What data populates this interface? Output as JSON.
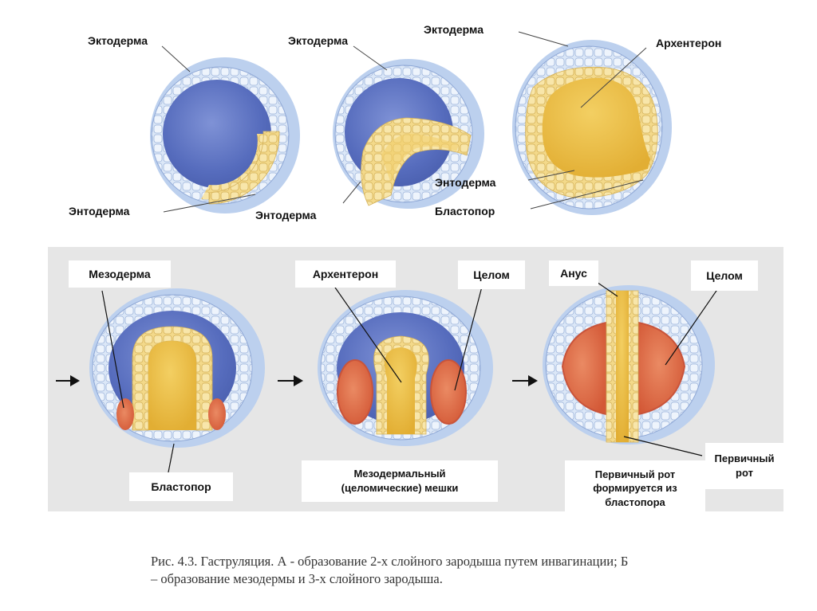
{
  "top": {
    "ectoderm_1": "Эктодерма",
    "ectoderm_2": "Эктодерма",
    "ectoderm_3": "Эктодерма",
    "archenteron": "Архентерон",
    "endoderm_1": "Энтодерма",
    "endoderm_2": "Энтодерма",
    "endoderm_3": "Энтодерма",
    "blastopore": "Бластопор"
  },
  "bottom": {
    "mesoderm": "Мезодерма",
    "archenteron": "Архентерон",
    "coelom_1": "Целом",
    "anus": "Анус",
    "coelom_2": "Целом",
    "blastopore": "Бластопор",
    "mesodermal_sacs_line1": "Мезодермальный",
    "mesodermal_sacs_line2": "(целомические) мешки",
    "primary_mouth_forms_line1": "Первичный рот",
    "primary_mouth_forms_line2": "формируется из",
    "primary_mouth_forms_line3": "бластопора",
    "primary_mouth_line1": "Первичный",
    "primary_mouth_line2": "рот"
  },
  "caption": {
    "line1": "Рис. 4.3. Гаструляция. А - образование 2-х слойного зародыша путем инвагинации; Б",
    "line2": "– образование мезодермы и 3-х слойного зародыша."
  },
  "colors": {
    "ectoderm": "#cfe0f4",
    "blastocoel": "#5b74c2",
    "endoderm": "#f3d98a",
    "archenteron": "#e9be4a",
    "coelom": "#e0704c",
    "panel": "#e6e6e6"
  }
}
